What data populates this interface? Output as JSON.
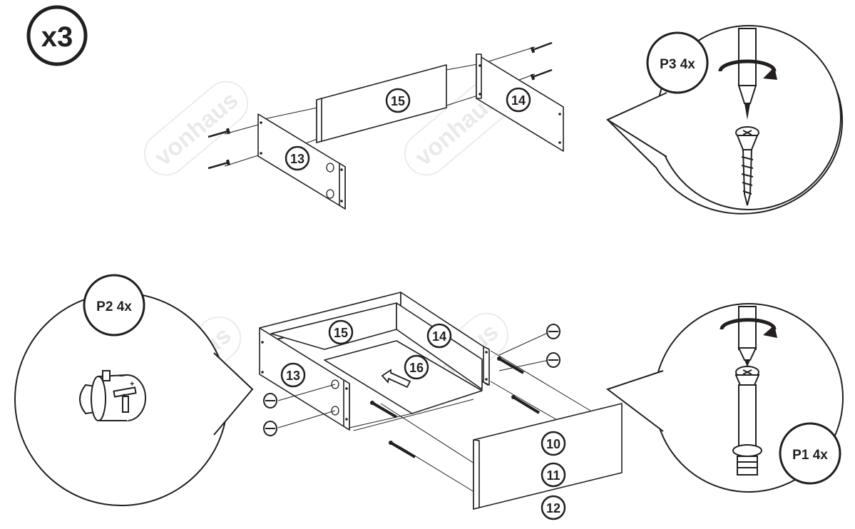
{
  "step": {
    "multiplier": "x3"
  },
  "watermark": {
    "text": "vonhaus"
  },
  "parts": {
    "p13_top": "13",
    "p15_top": "15",
    "p14_top": "14",
    "p15_bottom": "15",
    "p14_bottom": "14",
    "p13_bottom": "13",
    "p16": "16",
    "p10": "10",
    "p11": "11",
    "p12": "12"
  },
  "callouts": {
    "screw": {
      "label": "P3 4x",
      "part": "screw"
    },
    "cam_lock": {
      "label": "P2 4x",
      "part": "cam lock"
    },
    "cam_bolt": {
      "label": "P1 4x",
      "part": "cam bolt"
    }
  }
}
